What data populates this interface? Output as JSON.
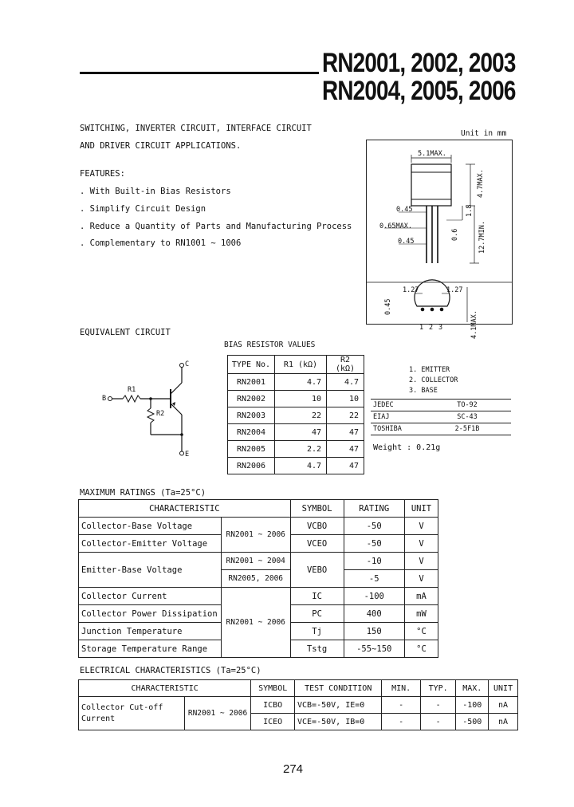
{
  "header": {
    "title_line1": "RN2001, 2002, 2003",
    "title_line2": "RN2004, 2005, 2006"
  },
  "intro": {
    "line1": "SWITCHING, INVERTER CIRCUIT, INTERFACE CIRCUIT",
    "line2": "AND DRIVER CIRCUIT APPLICATIONS."
  },
  "features": {
    "heading": "FEATURES:",
    "items": [
      ". With Built-in Bias Resistors",
      ". Simplify Circuit Design",
      ". Reduce a Quantity of Parts and Manufacturing Process",
      ". Complementary to RN1001 ~ 1006"
    ]
  },
  "equivalent_circuit": {
    "heading": "EQUIVALENT CIRCUIT",
    "label_c": "C",
    "label_b": "B",
    "label_e": "E",
    "label_r1": "R1",
    "label_r2": "R2"
  },
  "bias": {
    "heading": "BIAS RESISTOR VALUES",
    "headers": [
      "TYPE No.",
      "R1 (kΩ)",
      "R2 (kΩ)"
    ],
    "rows": [
      [
        "RN2001",
        "4.7",
        "4.7"
      ],
      [
        "RN2002",
        "10",
        "10"
      ],
      [
        "RN2003",
        "22",
        "22"
      ],
      [
        "RN2004",
        "47",
        "47"
      ],
      [
        "RN2005",
        "2.2",
        "47"
      ],
      [
        "RN2006",
        "4.7",
        "47"
      ]
    ]
  },
  "package": {
    "unit": "Unit in mm",
    "dims": {
      "d1": "5.1MAX.",
      "d2": "0.45",
      "d3": "0.65MAX.",
      "d4": "0.45",
      "d5": "4.7MAX.",
      "d6": "1.8",
      "d7": "0.6",
      "d8": "12.7MIN.",
      "d9": "1.27",
      "d10": "1.27",
      "d11": "0.45",
      "d12": "4.1MAX."
    },
    "pins": [
      "1",
      "2",
      "3"
    ],
    "pin_legend": [
      "1. EMITTER",
      "2. COLLECTOR",
      "3. BASE"
    ],
    "std": [
      [
        "JEDEC",
        "TO-92"
      ],
      [
        "EIAJ",
        "SC-43"
      ],
      [
        "TOSHIBA",
        "2-5F1B"
      ]
    ],
    "weight": "Weight : 0.21g"
  },
  "max_ratings": {
    "heading": "MAXIMUM RATINGS (Ta=25°C)",
    "headers": [
      "CHARACTERISTIC",
      "SYMBOL",
      "RATING",
      "UNIT"
    ],
    "rows": [
      {
        "char": "Collector-Base Voltage",
        "sym": "VCBO",
        "rating": "-50",
        "unit": "V"
      },
      {
        "char": "Collector-Emitter Voltage",
        "sym": "VCEO",
        "rating": "-50",
        "unit": "V"
      },
      {
        "char": "Emitter-Base Voltage",
        "sym": "VEBO",
        "rating": "-10",
        "unit": "V"
      },
      {
        "char": "",
        "sym": "",
        "rating": "-5",
        "unit": "V"
      },
      {
        "char": "Collector Current",
        "sym": "IC",
        "rating": "-100",
        "unit": "mA"
      },
      {
        "char": "Collector Power Dissipation",
        "sym": "PC",
        "rating": "400",
        "unit": "mW"
      },
      {
        "char": "Junction Temperature",
        "sym": "Tj",
        "rating": "150",
        "unit": "°C"
      },
      {
        "char": "Storage Temperature Range",
        "sym": "Tstg",
        "rating": "-55~150",
        "unit": "°C"
      }
    ],
    "part_a": "RN2001 ~ 2006",
    "part_b1": "RN2001 ~ 2004",
    "part_b2": "RN2005, 2006",
    "part_c": "RN2001 ~ 2006"
  },
  "elec": {
    "heading": "ELECTRICAL CHARACTERISTICS (Ta=25°C)",
    "headers": [
      "CHARACTERISTIC",
      "SYMBOL",
      "TEST CONDITION",
      "MIN.",
      "TYP.",
      "MAX.",
      "UNIT"
    ],
    "char_line1": "Collector Cut-off",
    "char_line2": "Current",
    "part": "RN2001 ~ 2006",
    "rows": [
      {
        "sym": "ICBO",
        "cond": "VCB=-50V, IE=0",
        "min": "-",
        "typ": "-",
        "max": "-100",
        "unit": "nA"
      },
      {
        "sym": "ICEO",
        "cond": "VCE=-50V, IB=0",
        "min": "-",
        "typ": "-",
        "max": "-500",
        "unit": "nA"
      }
    ]
  },
  "footer": {
    "page_number": "274"
  }
}
